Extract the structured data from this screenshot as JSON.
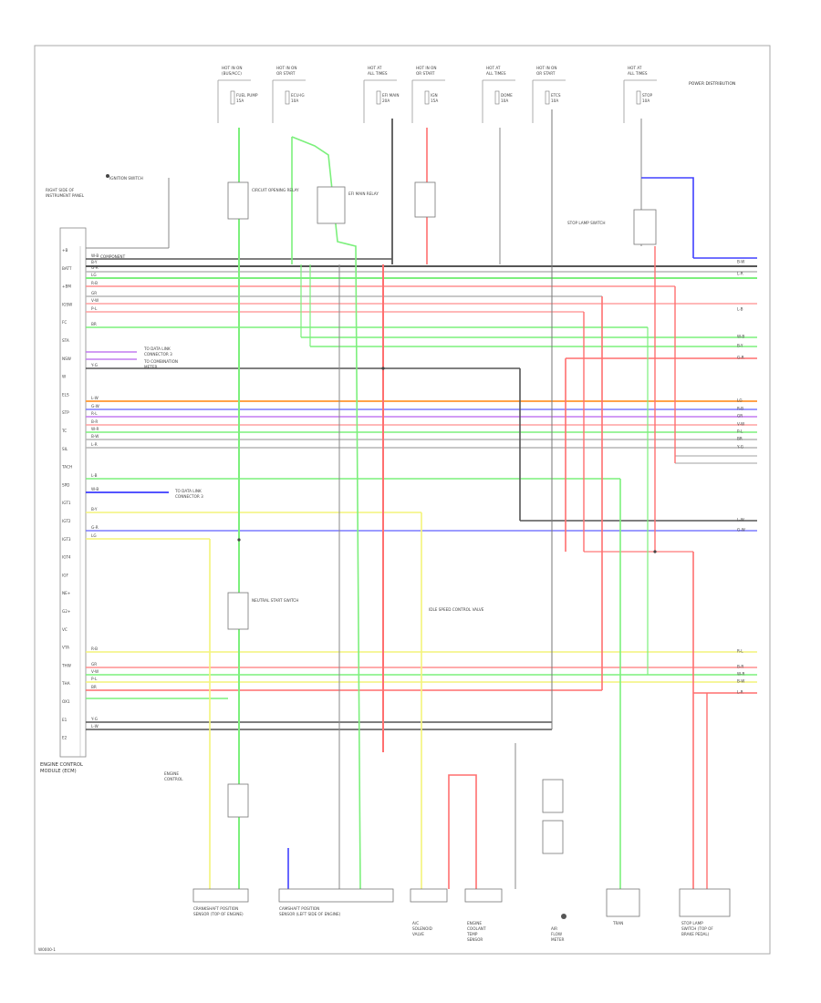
{
  "diagram_type": "wiring-schematic",
  "wire_colors": {
    "dark_gray": "#555555",
    "light_gray": "#b5b5b5",
    "green": "#7cf07c",
    "red": "#ff6f6f",
    "pink": "#f4a3a3",
    "yellow": "#f3f37a",
    "blue": "#6666ff",
    "purple": "#c47cf0",
    "orange": "#ffa34a",
    "black": "#222222"
  },
  "page_label": "W0000-1",
  "header_note": "POWER DISTRIBUTION",
  "fuses": [
    {
      "top": "HOT IN ON",
      "sub": "(BUS/ACC)",
      "name": "FUEL PUMP",
      "amp": "15A"
    },
    {
      "top": "HOT IN ON",
      "sub": "OR START",
      "name": "ECU-IG",
      "amp": "10A"
    },
    {
      "top": "HOT AT",
      "sub": "ALL TIMES",
      "name": "EFI MAIN",
      "amp": "20A"
    },
    {
      "top": "HOT IN ON",
      "sub": "OR START",
      "name": "IGN",
      "amp": "15A"
    },
    {
      "top": "HOT AT",
      "sub": "ALL TIMES",
      "name": "DOME",
      "amp": "10A"
    },
    {
      "top": "HOT IN ON",
      "sub": "OR START",
      "name": "ETCS",
      "amp": "10A"
    },
    {
      "top": "HOT AT",
      "sub": "ALL TIMES",
      "name": "STOP",
      "amp": "10A"
    }
  ],
  "ecm_label": [
    "ENGINE CONTROL",
    "MODULE (ECM)"
  ],
  "ecm_pins": [
    "+B",
    "BATT",
    "+BM",
    "IGSW",
    "FC",
    "STA",
    "NSW",
    "W",
    "ELS",
    "STP",
    "TC",
    "SIL",
    "TACH",
    "SPD",
    "IGT1",
    "IGT2",
    "IGT3",
    "IGT4",
    "IGF",
    "NE+",
    "G2+",
    "VC",
    "VTA",
    "THW",
    "THA",
    "OX1",
    "E1",
    "E2"
  ],
  "ecm_notes": [
    "COMPONENT",
    "RIGHT SIDE OF",
    "INSTRUMENT PANEL",
    "TO DATA LINK",
    "CONNECTOR 3",
    "TO COMBINATION",
    "METER",
    "TO DATA LINK",
    "CONNECTOR 3",
    "ENGINE",
    "CONTROL"
  ],
  "relay_labels": [
    "CIRCUIT OPENING RELAY",
    "EFI MAIN RELAY",
    "IGNITION SWITCH",
    "STOP LAMP SWITCH",
    "NEUTRAL START SWITCH",
    "IDLE SPEED CONTROL VALVE"
  ],
  "wire_labels": [
    "B-W",
    "L-R",
    "L-B",
    "W-B",
    "B-Y",
    "G-R",
    "LG",
    "R-B",
    "GR",
    "V-W",
    "P-L",
    "BR",
    "Y-G",
    "L-W",
    "G-W",
    "R-L",
    "B-R",
    "W-R"
  ],
  "bottom_components": [
    [
      "CRANKSHAFT POSITION",
      "SENSOR (TOP OF ENGINE)"
    ],
    [
      "CAMSHAFT POSITION",
      "SENSOR (LEFT SIDE OF ENGINE)"
    ],
    [
      "A/C",
      "SOLENOID",
      "VALVE"
    ],
    [
      "ENGINE",
      "COOLANT",
      "TEMP",
      "SENSOR"
    ],
    [
      "AIR",
      "FLOW",
      "METER"
    ],
    [
      "TRAN"
    ],
    [
      "STOP LAMP",
      "SWITCH (TOP OF",
      "BRAKE PEDAL)"
    ]
  ]
}
